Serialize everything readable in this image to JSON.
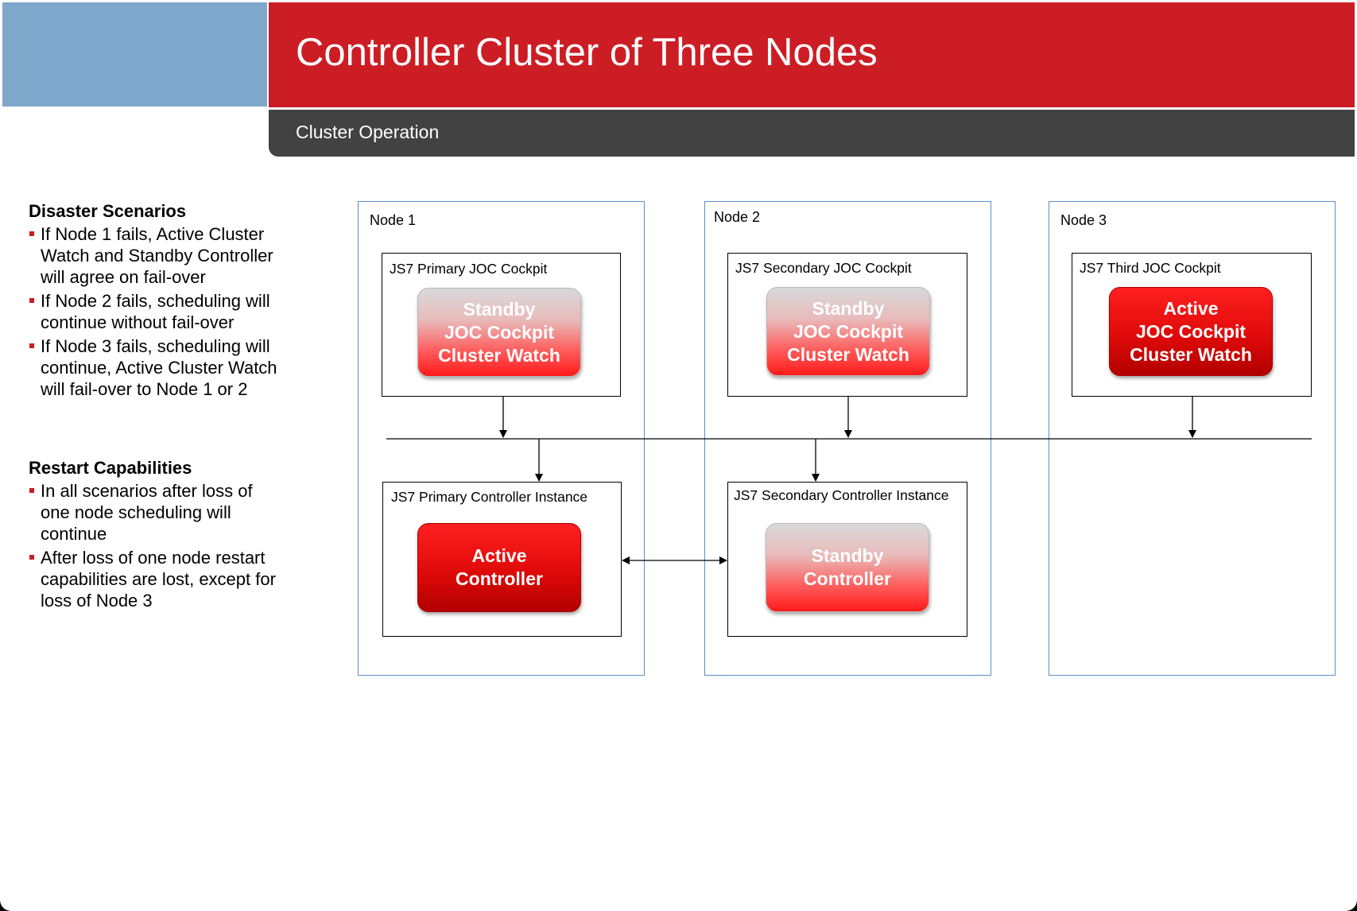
{
  "header": {
    "title": "Controller Cluster of Three Nodes",
    "subtitle": "Cluster Operation"
  },
  "colors": {
    "brand_red": "#cc1d25",
    "header_blue": "#7fa6cb",
    "subtitle_bar": "#424242",
    "node_border": "#5b8ec6"
  },
  "disaster": {
    "heading": "Disaster Scenarios",
    "items": [
      [
        "If Node 1 fails, Active Cluster",
        "Watch and Standby Controller",
        "will agree on fail-over"
      ],
      [
        "If Node 2 fails, scheduling will",
        "continue without fail-over"
      ],
      [
        "If Node 3 fails, scheduling will",
        "continue, Active Cluster Watch",
        "will fail-over to Node 1 or 2"
      ]
    ]
  },
  "restart": {
    "heading": "Restart Capabilities",
    "items": [
      [
        "In all scenarios after loss of",
        "one node scheduling will",
        "continue"
      ],
      [
        "After loss of one node restart",
        "capabilities are lost, except for",
        "loss of Node 3"
      ]
    ]
  },
  "nodes": [
    {
      "label": "Node 1",
      "cockpit": {
        "label": "JS7 Primary JOC Cockpit",
        "state": "standby",
        "lines": [
          "Standby",
          "JOC Cockpit",
          "Cluster Watch"
        ]
      },
      "controller": {
        "label": "JS7 Primary Controller Instance",
        "state": "active",
        "lines": [
          "Active",
          "Controller"
        ]
      }
    },
    {
      "label": "Node 2",
      "cockpit": {
        "label": "JS7 Secondary JOC Cockpit",
        "state": "standby",
        "lines": [
          "Standby",
          "JOC Cockpit",
          "Cluster Watch"
        ]
      },
      "controller": {
        "label": "JS7 Secondary Controller Instance",
        "state": "standby",
        "lines": [
          "Standby",
          "Controller"
        ]
      }
    },
    {
      "label": "Node 3",
      "cockpit": {
        "label": "JS7 Third JOC Cockpit",
        "state": "active",
        "lines": [
          "Active",
          "JOC Cockpit",
          "Cluster Watch"
        ]
      }
    }
  ]
}
